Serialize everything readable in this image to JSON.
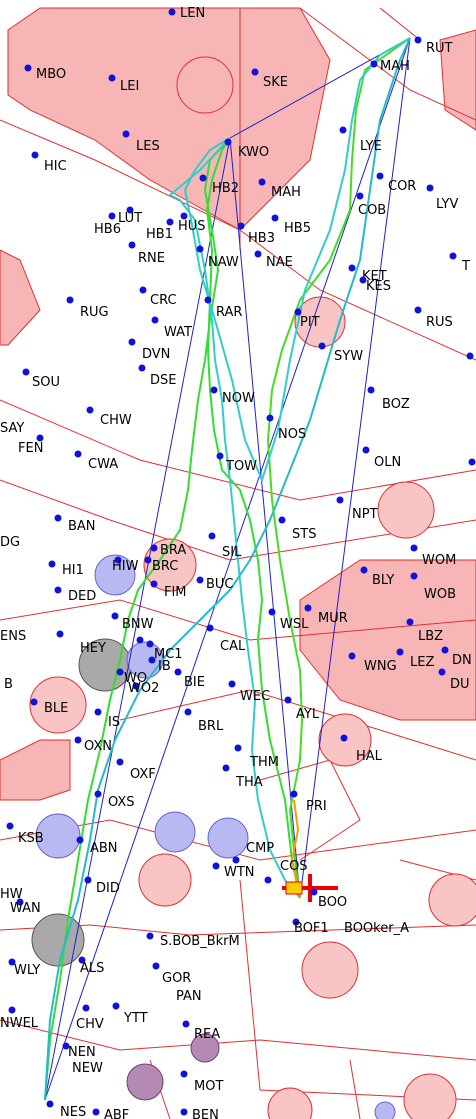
{
  "colors": {
    "background": "#ffffff",
    "airspace_fill": "#f7b5b5",
    "airspace_line": "#e23030",
    "circle_red_fill": "#f9c4c4",
    "circle_blue_fill": "#b8b8f2",
    "circle_grey_fill": "#a9a9a9",
    "circle_purple_fill": "#b48ab4",
    "waypoint": "#1010e0",
    "task_line": "#2020cc",
    "track_green": "#33dd33",
    "track_cyan": "#33cccc",
    "track_orange": "#ff9900",
    "home_marker": "#ee0000"
  },
  "waypoints": [
    {
      "label": "LEN"
    },
    {
      "label": "MBO"
    },
    {
      "label": "LEI"
    },
    {
      "label": "SKE"
    },
    {
      "label": "RUT"
    },
    {
      "label": "MAH"
    },
    {
      "label": "HIC"
    },
    {
      "label": "LES"
    },
    {
      "label": "KWO"
    },
    {
      "label": "LYE"
    },
    {
      "label": "HB2"
    },
    {
      "label": "MAH"
    },
    {
      "label": "COR"
    },
    {
      "label": "LYV"
    },
    {
      "label": "COB"
    },
    {
      "label": "HB6"
    },
    {
      "label": "LUT"
    },
    {
      "label": "HB1"
    },
    {
      "label": "HUS"
    },
    {
      "label": "HB3"
    },
    {
      "label": "HB5"
    },
    {
      "label": "RNE"
    },
    {
      "label": "NAW"
    },
    {
      "label": "NAE"
    },
    {
      "label": "KET"
    },
    {
      "label": "KES"
    },
    {
      "label": "T"
    },
    {
      "label": "RUG"
    },
    {
      "label": "CRC"
    },
    {
      "label": "RAR"
    },
    {
      "label": "WAT"
    },
    {
      "label": "PIT"
    },
    {
      "label": "RUS"
    },
    {
      "label": "DVN"
    },
    {
      "label": "SYW"
    },
    {
      "label": "SOU"
    },
    {
      "label": "DSE"
    },
    {
      "label": "NOW"
    },
    {
      "label": "CHW"
    },
    {
      "label": "BOZ"
    },
    {
      "label": "NOS"
    },
    {
      "label": "SAY"
    },
    {
      "label": "FEN"
    },
    {
      "label": "CWA"
    },
    {
      "label": "TOW"
    },
    {
      "label": "OLN"
    },
    {
      "label": "DG"
    },
    {
      "label": "BAN"
    },
    {
      "label": "NPT"
    },
    {
      "label": "STS"
    },
    {
      "label": "SIL"
    },
    {
      "label": "BRA"
    },
    {
      "label": "HI1"
    },
    {
      "label": "HIW"
    },
    {
      "label": "BRC"
    },
    {
      "label": "WOM"
    },
    {
      "label": "BLY"
    },
    {
      "label": "WOB"
    },
    {
      "label": "DED"
    },
    {
      "label": "FIM"
    },
    {
      "label": "BUC"
    },
    {
      "label": "BNW"
    },
    {
      "label": "WSL"
    },
    {
      "label": "MUR"
    },
    {
      "label": "LBZ"
    },
    {
      "label": "ENS"
    },
    {
      "label": "HEY"
    },
    {
      "label": "MC1"
    },
    {
      "label": "CAL"
    },
    {
      "label": "WNG"
    },
    {
      "label": "LEZ"
    },
    {
      "label": "DN"
    },
    {
      "label": "B"
    },
    {
      "label": "WO"
    },
    {
      "label": "IB"
    },
    {
      "label": "DU"
    },
    {
      "label": "WO2"
    },
    {
      "label": "BIE"
    },
    {
      "label": "BLE"
    },
    {
      "label": "WEC"
    },
    {
      "label": "AYL"
    },
    {
      "label": "IS"
    },
    {
      "label": "BRL"
    },
    {
      "label": "OXN"
    },
    {
      "label": "HAL"
    },
    {
      "label": "THM"
    },
    {
      "label": "OXF"
    },
    {
      "label": "THA"
    },
    {
      "label": "OXS"
    },
    {
      "label": "PRI"
    },
    {
      "label": "KSB"
    },
    {
      "label": "ABN"
    },
    {
      "label": "CMP"
    },
    {
      "label": "WTN"
    },
    {
      "label": "COS"
    },
    {
      "label": "DID"
    },
    {
      "label": "HW"
    },
    {
      "label": "WAN"
    },
    {
      "label": "BOO"
    },
    {
      "label": "S.BOB_BkrM"
    },
    {
      "label": "BOF1"
    },
    {
      "label": "BOOker_A"
    },
    {
      "label": "WLY"
    },
    {
      "label": "ALS"
    },
    {
      "label": "GOR"
    },
    {
      "label": "PAN"
    },
    {
      "label": "NWEL"
    },
    {
      "label": "CHV"
    },
    {
      "label": "YTT"
    },
    {
      "label": "REA"
    },
    {
      "label": "NEN"
    },
    {
      "label": "NEW"
    },
    {
      "label": "MOT"
    },
    {
      "label": "NES"
    },
    {
      "label": "ABF"
    },
    {
      "label": "BEN"
    }
  ]
}
